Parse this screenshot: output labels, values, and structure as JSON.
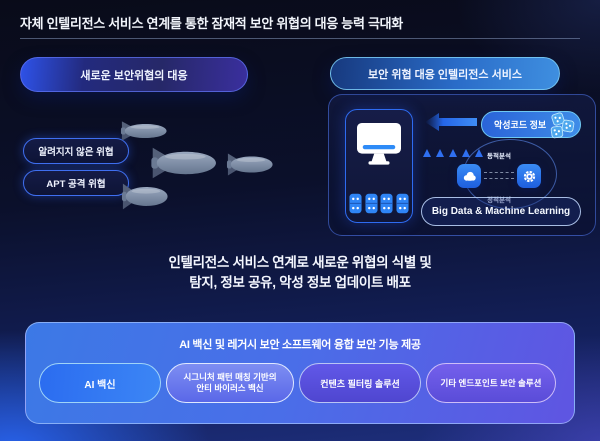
{
  "title": "자체 인텔리전스 서비스 연계를 통한 잠재적 보안 위협의 대응 능력 극대화",
  "left_section": {
    "header": "새로운 보안위협의 대응",
    "threat_labels": [
      "알려지지 않은 위협",
      "APT 공격 위협"
    ]
  },
  "right_section": {
    "header": "보안 위협 대응 인텔리전스 서비스",
    "malware_info_label": "악성코드 정보",
    "dynamic_analysis_label": "동적분석",
    "static_analysis_label": "정적분석",
    "bigdata_label": "Big Data & Machine Learning"
  },
  "middle_text": {
    "line1": "인텔리전스 서비스 연계로 새로운 위협의 식별 및",
    "line2": "탐지, 정보 공유, 악성 정보 업데이트 배포"
  },
  "bottom_section": {
    "header": "AI 백신 및 레거시 보안 소프트웨어 융합 보안 기능 제공",
    "solutions": [
      {
        "label": "AI 백신"
      },
      {
        "label_line1": "시그니처 패턴 매칭 기반의",
        "label_line2": "안티 바이러스 백신"
      },
      {
        "label": "컨텐츠 필터링 솔루션"
      },
      {
        "label": "기타 엔드포인트 보안 솔루션"
      }
    ]
  },
  "icons": [
    "missile-icon",
    "monitor-icon",
    "database-icon",
    "arrow-left-icon",
    "bug-icon",
    "triangle-icon",
    "cloud-icon",
    "gear-icon"
  ],
  "colors": {
    "background_dark": "#0a0c1c",
    "background_glow_blue": "#2965f1",
    "accent_blue": "#2e7bf0",
    "accent_cyan": "#6fc8f2",
    "bottom_panel_left": "#3c79e6",
    "bottom_panel_right": "#5f55e2"
  }
}
